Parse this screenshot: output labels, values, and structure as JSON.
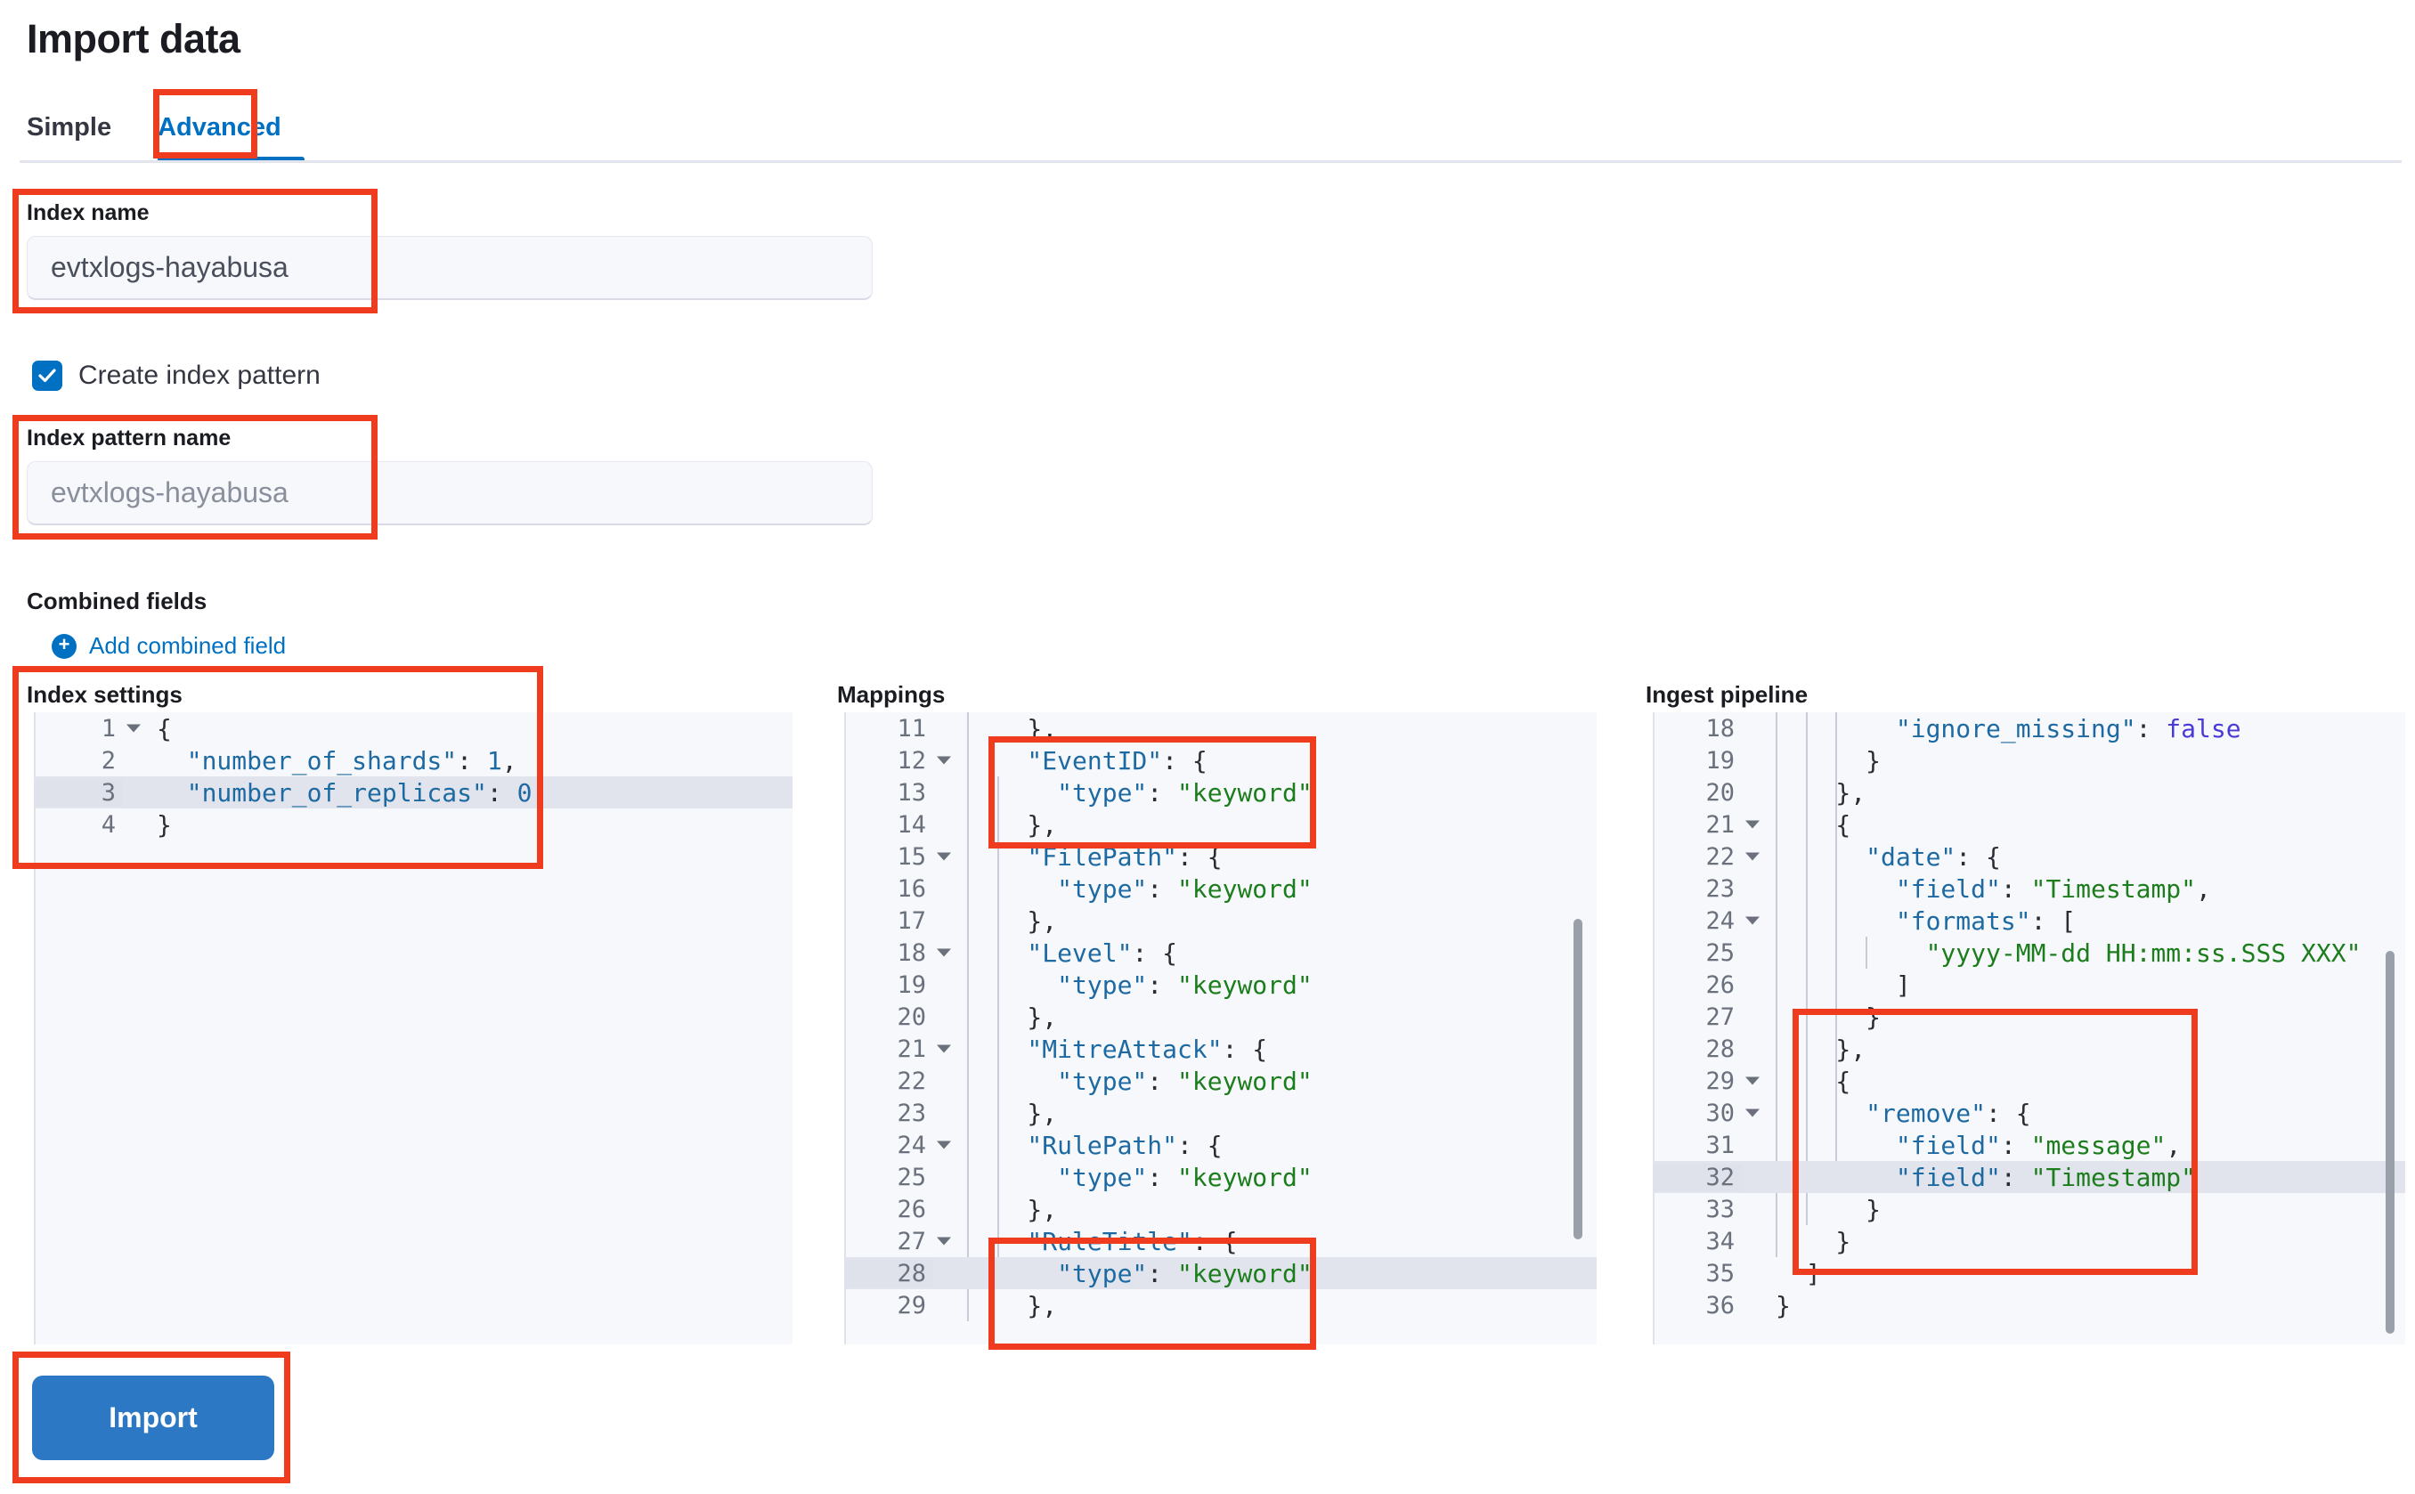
{
  "page": {
    "title": "Import data"
  },
  "tabs": [
    {
      "label": "Simple",
      "active": false
    },
    {
      "label": "Advanced",
      "active": true
    }
  ],
  "form": {
    "index_name_label": "Index name",
    "index_name_value": "evtxlogs-hayabusa",
    "create_index_pattern_label": "Create index pattern",
    "create_index_pattern_checked": true,
    "index_pattern_name_label": "Index pattern name",
    "index_pattern_name_placeholder": "evtxlogs-hayabusa",
    "combined_fields_label": "Combined fields",
    "add_combined_field_label": "Add combined field"
  },
  "editors": {
    "index_settings": {
      "title": "Index settings",
      "lines": [
        {
          "num": "1",
          "fold": true,
          "hl": false,
          "indent": 0,
          "tokens": [
            {
              "t": "{",
              "c": "p"
            }
          ]
        },
        {
          "num": "2",
          "fold": false,
          "hl": false,
          "indent": 0,
          "tokens": [
            {
              "t": "  \"number_of_shards\"",
              "c": "k"
            },
            {
              "t": ": ",
              "c": "p"
            },
            {
              "t": "1",
              "c": "n"
            },
            {
              "t": ",",
              "c": "p"
            }
          ]
        },
        {
          "num": "3",
          "fold": false,
          "hl": true,
          "indent": 0,
          "tokens": [
            {
              "t": "  \"number_of_replicas\"",
              "c": "k"
            },
            {
              "t": ": ",
              "c": "p"
            },
            {
              "t": "0",
              "c": "n"
            }
          ]
        },
        {
          "num": "4",
          "fold": false,
          "hl": false,
          "indent": 0,
          "tokens": [
            {
              "t": "}",
              "c": "p"
            }
          ]
        }
      ]
    },
    "mappings": {
      "title": "Mappings",
      "lines": [
        {
          "num": "11",
          "fold": false,
          "hl": false,
          "indent": 1,
          "tokens": [
            {
              "t": "    },",
              "c": "p"
            }
          ]
        },
        {
          "num": "12",
          "fold": true,
          "hl": false,
          "indent": 1,
          "tokens": [
            {
              "t": "    \"EventID\"",
              "c": "k"
            },
            {
              "t": ": {",
              "c": "p"
            }
          ]
        },
        {
          "num": "13",
          "fold": false,
          "hl": false,
          "indent": 2,
          "tokens": [
            {
              "t": "      \"type\"",
              "c": "k"
            },
            {
              "t": ": ",
              "c": "p"
            },
            {
              "t": "\"keyword\"",
              "c": "s"
            }
          ]
        },
        {
          "num": "14",
          "fold": false,
          "hl": false,
          "indent": 1,
          "tokens": [
            {
              "t": "    },",
              "c": "p"
            }
          ]
        },
        {
          "num": "15",
          "fold": true,
          "hl": false,
          "indent": 1,
          "tokens": [
            {
              "t": "    \"FilePath\"",
              "c": "k"
            },
            {
              "t": ": {",
              "c": "p"
            }
          ]
        },
        {
          "num": "16",
          "fold": false,
          "hl": false,
          "indent": 2,
          "tokens": [
            {
              "t": "      \"type\"",
              "c": "k"
            },
            {
              "t": ": ",
              "c": "p"
            },
            {
              "t": "\"keyword\"",
              "c": "s"
            }
          ]
        },
        {
          "num": "17",
          "fold": false,
          "hl": false,
          "indent": 1,
          "tokens": [
            {
              "t": "    },",
              "c": "p"
            }
          ]
        },
        {
          "num": "18",
          "fold": true,
          "hl": false,
          "indent": 1,
          "tokens": [
            {
              "t": "    \"Level\"",
              "c": "k"
            },
            {
              "t": ": {",
              "c": "p"
            }
          ]
        },
        {
          "num": "19",
          "fold": false,
          "hl": false,
          "indent": 2,
          "tokens": [
            {
              "t": "      \"type\"",
              "c": "k"
            },
            {
              "t": ": ",
              "c": "p"
            },
            {
              "t": "\"keyword\"",
              "c": "s"
            }
          ]
        },
        {
          "num": "20",
          "fold": false,
          "hl": false,
          "indent": 1,
          "tokens": [
            {
              "t": "    },",
              "c": "p"
            }
          ]
        },
        {
          "num": "21",
          "fold": true,
          "hl": false,
          "indent": 1,
          "tokens": [
            {
              "t": "    \"MitreAttack\"",
              "c": "k"
            },
            {
              "t": ": {",
              "c": "p"
            }
          ]
        },
        {
          "num": "22",
          "fold": false,
          "hl": false,
          "indent": 2,
          "tokens": [
            {
              "t": "      \"type\"",
              "c": "k"
            },
            {
              "t": ": ",
              "c": "p"
            },
            {
              "t": "\"keyword\"",
              "c": "s"
            }
          ]
        },
        {
          "num": "23",
          "fold": false,
          "hl": false,
          "indent": 1,
          "tokens": [
            {
              "t": "    },",
              "c": "p"
            }
          ]
        },
        {
          "num": "24",
          "fold": true,
          "hl": false,
          "indent": 1,
          "tokens": [
            {
              "t": "    \"RulePath\"",
              "c": "k"
            },
            {
              "t": ": {",
              "c": "p"
            }
          ]
        },
        {
          "num": "25",
          "fold": false,
          "hl": false,
          "indent": 2,
          "tokens": [
            {
              "t": "      \"type\"",
              "c": "k"
            },
            {
              "t": ": ",
              "c": "p"
            },
            {
              "t": "\"keyword\"",
              "c": "s"
            }
          ]
        },
        {
          "num": "26",
          "fold": false,
          "hl": false,
          "indent": 1,
          "tokens": [
            {
              "t": "    },",
              "c": "p"
            }
          ]
        },
        {
          "num": "27",
          "fold": true,
          "hl": false,
          "indent": 1,
          "tokens": [
            {
              "t": "    \"RuleTitle\"",
              "c": "k"
            },
            {
              "t": ": {",
              "c": "p"
            }
          ]
        },
        {
          "num": "28",
          "fold": false,
          "hl": true,
          "indent": 2,
          "tokens": [
            {
              "t": "      \"type\"",
              "c": "k"
            },
            {
              "t": ": ",
              "c": "p"
            },
            {
              "t": "\"keyword\"",
              "c": "s"
            }
          ]
        },
        {
          "num": "29",
          "fold": false,
          "hl": false,
          "indent": 1,
          "tokens": [
            {
              "t": "    },",
              "c": "p"
            }
          ]
        }
      ]
    },
    "ingest_pipeline": {
      "title": "Ingest pipeline",
      "lines": [
        {
          "num": "18",
          "fold": false,
          "hl": false,
          "indent": 3,
          "tokens": [
            {
              "t": "        \"ignore_missing\"",
              "c": "k"
            },
            {
              "t": ": ",
              "c": "p"
            },
            {
              "t": "false",
              "c": "b"
            }
          ]
        },
        {
          "num": "19",
          "fold": false,
          "hl": false,
          "indent": 2,
          "tokens": [
            {
              "t": "      }",
              "c": "p"
            }
          ]
        },
        {
          "num": "20",
          "fold": false,
          "hl": false,
          "indent": 1,
          "tokens": [
            {
              "t": "    },",
              "c": "p"
            }
          ]
        },
        {
          "num": "21",
          "fold": true,
          "hl": false,
          "indent": 1,
          "tokens": [
            {
              "t": "    {",
              "c": "p"
            }
          ]
        },
        {
          "num": "22",
          "fold": true,
          "hl": false,
          "indent": 2,
          "tokens": [
            {
              "t": "      \"date\"",
              "c": "k"
            },
            {
              "t": ": {",
              "c": "p"
            }
          ]
        },
        {
          "num": "23",
          "fold": false,
          "hl": false,
          "indent": 3,
          "tokens": [
            {
              "t": "        \"field\"",
              "c": "k"
            },
            {
              "t": ": ",
              "c": "p"
            },
            {
              "t": "\"Timestamp\"",
              "c": "s"
            },
            {
              "t": ",",
              "c": "p"
            }
          ]
        },
        {
          "num": "24",
          "fold": true,
          "hl": false,
          "indent": 3,
          "tokens": [
            {
              "t": "        \"formats\"",
              "c": "k"
            },
            {
              "t": ": [",
              "c": "p"
            }
          ]
        },
        {
          "num": "25",
          "fold": false,
          "hl": false,
          "indent": 4,
          "tokens": [
            {
              "t": "          \"yyyy-MM-dd HH:mm:ss.SSS XXX\"",
              "c": "s"
            }
          ]
        },
        {
          "num": "26",
          "fold": false,
          "hl": false,
          "indent": 3,
          "tokens": [
            {
              "t": "        ]",
              "c": "p"
            }
          ]
        },
        {
          "num": "27",
          "fold": false,
          "hl": false,
          "indent": 2,
          "tokens": [
            {
              "t": "      }",
              "c": "p"
            }
          ]
        },
        {
          "num": "28",
          "fold": false,
          "hl": false,
          "indent": 1,
          "tokens": [
            {
              "t": "    },",
              "c": "p"
            }
          ]
        },
        {
          "num": "29",
          "fold": true,
          "hl": false,
          "indent": 1,
          "tokens": [
            {
              "t": "    {",
              "c": "p"
            }
          ]
        },
        {
          "num": "30",
          "fold": true,
          "hl": false,
          "indent": 2,
          "tokens": [
            {
              "t": "      \"remove\"",
              "c": "k"
            },
            {
              "t": ": {",
              "c": "p"
            }
          ]
        },
        {
          "num": "31",
          "fold": false,
          "hl": false,
          "indent": 3,
          "tokens": [
            {
              "t": "        \"field\"",
              "c": "k"
            },
            {
              "t": ": ",
              "c": "p"
            },
            {
              "t": "\"message\"",
              "c": "s"
            },
            {
              "t": ",",
              "c": "p"
            }
          ]
        },
        {
          "num": "32",
          "fold": false,
          "hl": true,
          "indent": 3,
          "tokens": [
            {
              "t": "        \"field\"",
              "c": "k"
            },
            {
              "t": ": ",
              "c": "p"
            },
            {
              "t": "\"Timestamp\"",
              "c": "s"
            }
          ]
        },
        {
          "num": "33",
          "fold": false,
          "hl": false,
          "indent": 2,
          "tokens": [
            {
              "t": "      }",
              "c": "p"
            }
          ]
        },
        {
          "num": "34",
          "fold": false,
          "hl": false,
          "indent": 1,
          "tokens": [
            {
              "t": "    }",
              "c": "p"
            }
          ]
        },
        {
          "num": "35",
          "fold": false,
          "hl": false,
          "indent": 0,
          "tokens": [
            {
              "t": "  ]",
              "c": "p"
            }
          ]
        },
        {
          "num": "36",
          "fold": false,
          "hl": false,
          "indent": 0,
          "tokens": [
            {
              "t": "}",
              "c": "p"
            }
          ]
        }
      ]
    }
  },
  "actions": {
    "import_label": "Import"
  },
  "colors": {
    "accent": "#0071c2",
    "annotation": "#f03c1e",
    "button": "#2d78c4",
    "string": "#1c7d1c",
    "key": "#1d6aa2",
    "boolean": "#4a3ad6"
  },
  "annotations": [
    {
      "name": "tab-advanced"
    },
    {
      "name": "index-name-field"
    },
    {
      "name": "index-pattern-name-field"
    },
    {
      "name": "index-settings-editor"
    },
    {
      "name": "mappings-eventid-block"
    },
    {
      "name": "mappings-ruletitle-block"
    },
    {
      "name": "ingest-remove-block"
    },
    {
      "name": "import-button"
    }
  ]
}
